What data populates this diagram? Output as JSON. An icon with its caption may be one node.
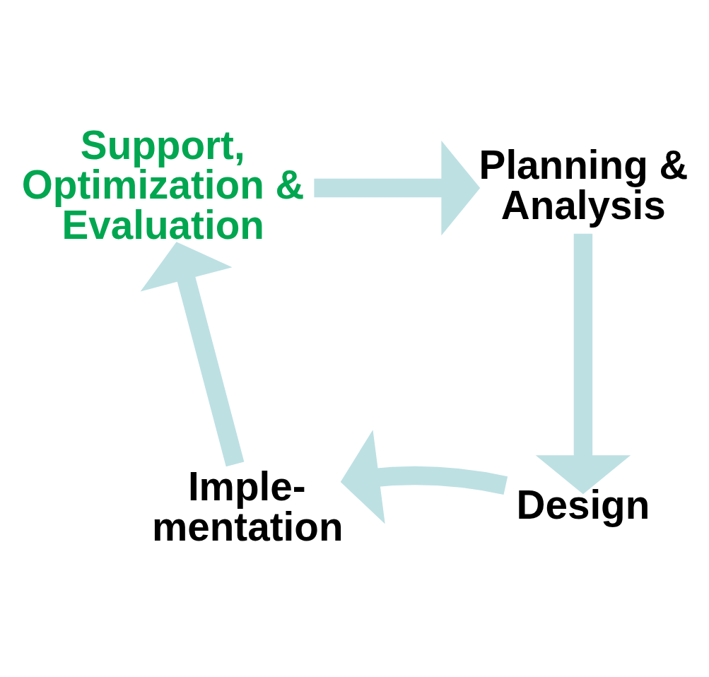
{
  "diagram": {
    "nodes": [
      {
        "text": [
          "Support, Optimization & Evaluation"
        ]
      },
      {
        "text": [
          "Planning & Analysis"
        ]
      },
      {
        "text": [
          "Design"
        ]
      },
      {
        "text": [
          "Imple- mentation"
        ]
      }
    ],
    "edges": [
      {
        "from": 0,
        "to": 1,
        "arrow": "to",
        "color": "#bde0e3"
      },
      {
        "from": 1,
        "to": 2,
        "arrow": "to",
        "color": "#bde0e3"
      },
      {
        "from": 2,
        "to": 3,
        "arrow": "to",
        "color": "#bde0e3"
      },
      {
        "from": 3,
        "to": 0,
        "arrow": "to",
        "color": "#bde0e3"
      }
    ]
  }
}
